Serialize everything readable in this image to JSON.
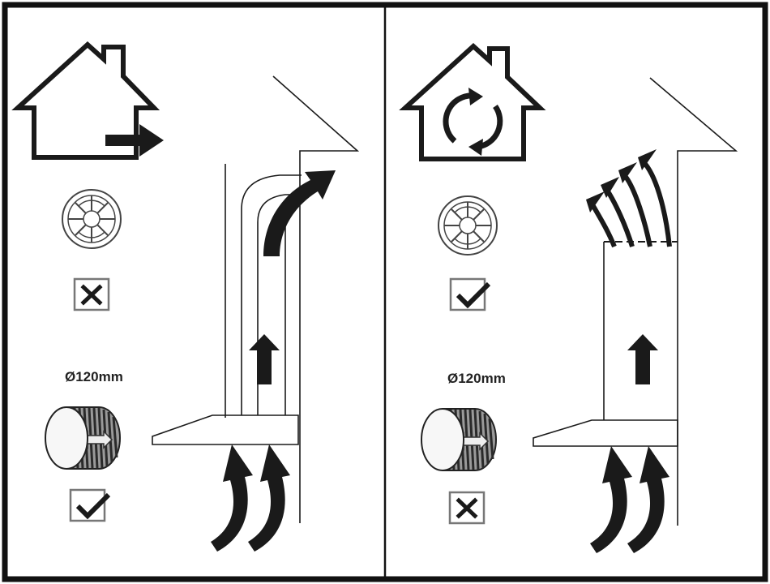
{
  "panels": [
    {
      "mode": "extraction",
      "house_icon": "house-with-outward-arrow-icon",
      "filter_icon": "carbon-filter-icon",
      "filter_status": "cross",
      "duct_label": "Ø120mm",
      "duct_icon": "flexible-duct-icon",
      "duct_status": "check"
    },
    {
      "mode": "recirculation",
      "house_icon": "house-with-recirculation-arrows-icon",
      "filter_icon": "carbon-filter-icon",
      "filter_status": "check",
      "duct_label": "Ø120mm",
      "duct_icon": "flexible-duct-icon",
      "duct_status": "cross"
    }
  ],
  "colors": {
    "ink": "#1a1a1a",
    "border": "#111111",
    "box": "#777777"
  }
}
